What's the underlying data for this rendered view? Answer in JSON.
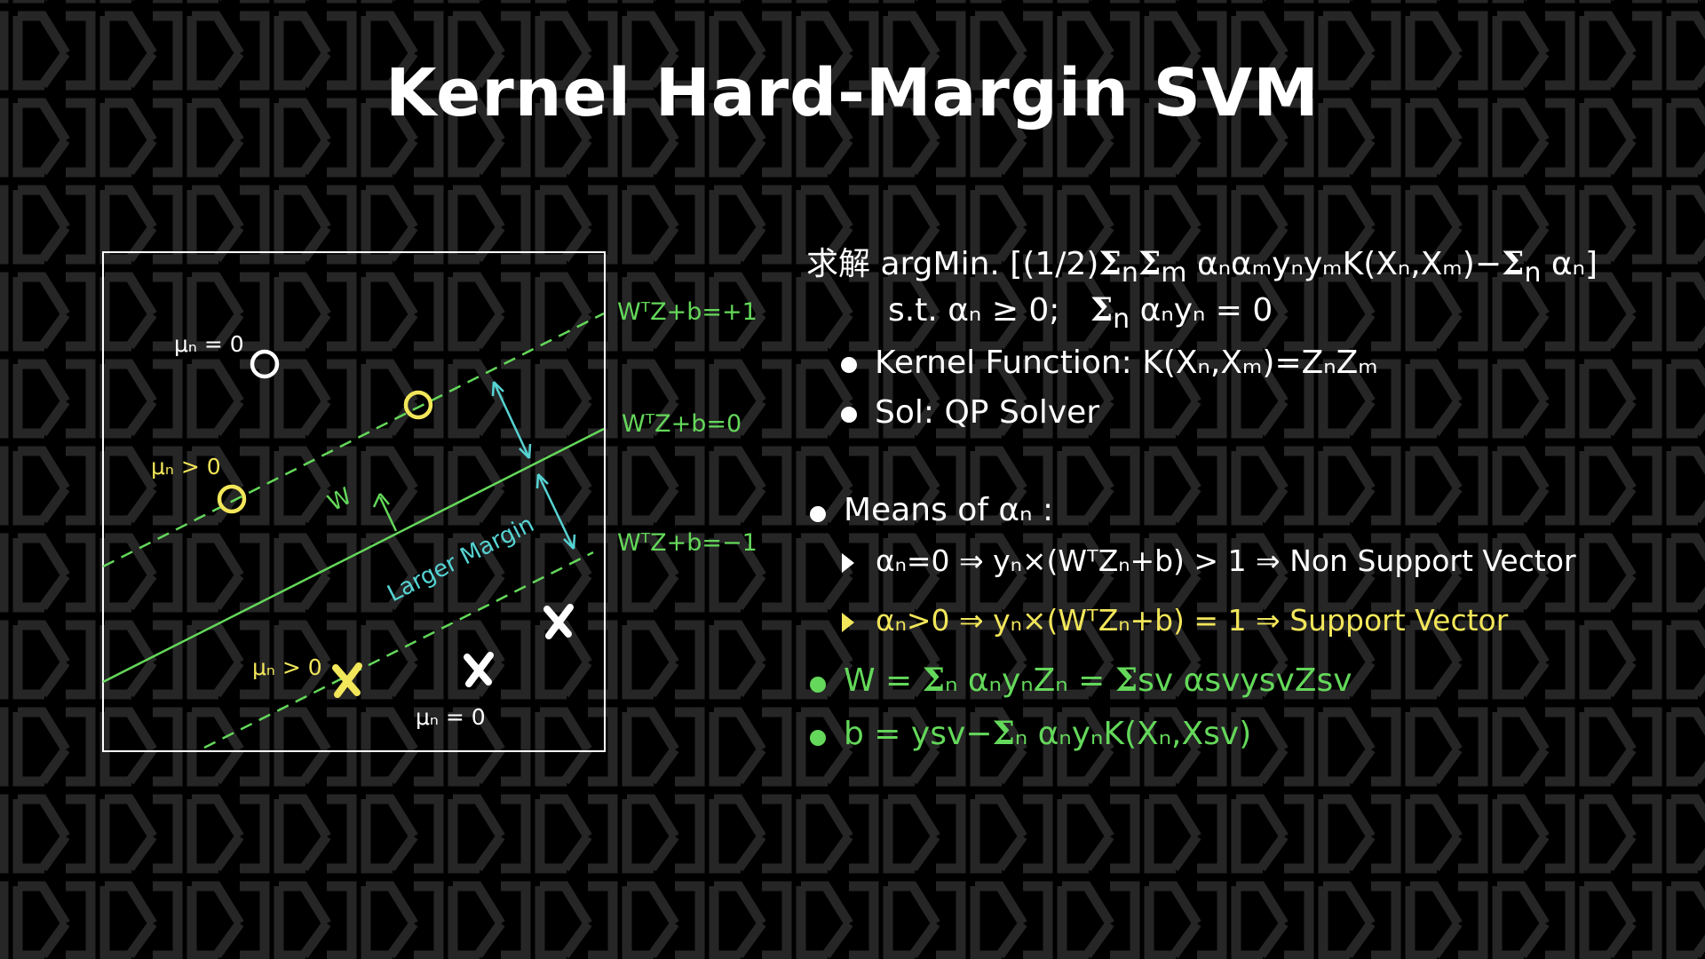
{
  "slide": {
    "title": "Kernel Hard-Margin SVM",
    "colors": {
      "background": "#000000",
      "pattern": "#2a2a2a",
      "white": "#ffffff",
      "yellow": "#f2e65a",
      "green": "#64d85a",
      "cyan": "#56d3d3"
    }
  },
  "diagram": {
    "lines": {
      "plus": "WᵀZ+b=+1",
      "zero": "WᵀZ+b=0",
      "minus": "WᵀZ+b=−1"
    },
    "w_label": "W",
    "margin_label": "Larger Margin",
    "points": {
      "circle_white": "μₙ = 0",
      "circle_yellow": "μₙ > 0",
      "cross_yellow": "μₙ > 0",
      "cross_white": "μₙ = 0"
    }
  },
  "formula": {
    "objective_prefix": "求解 argMin. [(1/2)",
    "objective_sym1": "Σ",
    "objective_sub1": "n",
    "objective_sym2": "Σ",
    "objective_sub2": "m",
    "objective_mid": " αₙαₘyₙyₘK(Xₙ,Xₘ)−",
    "objective_sym3": "Σ",
    "objective_sub3": "n",
    "objective_end": " αₙ]",
    "constraint_a": "s.t. αₙ ≥ 0;",
    "constraint_sym": "Σ",
    "constraint_sub": "n",
    "constraint_b": " αₙyₙ = 0"
  },
  "bullets": {
    "kernel": "Kernel Function: K(Xₙ,Xₘ)=ZₙZₘ",
    "sol": "Sol: QP Solver",
    "means": "Means of αₙ :",
    "non_sv": "αₙ=0 ⇒ yₙ×(WᵀZₙ+b) > 1 ⇒ Non Support Vector",
    "sv": "αₙ>0 ⇒ yₙ×(WᵀZₙ+b) = 1 ⇒ Support Vector",
    "w_sym1": "Σ",
    "w_a": "W = ",
    "w_b": "ₙ αₙyₙZₙ = ",
    "w_sym2": "Σ",
    "w_c": "sv αsvysvZsv",
    "b_a": "b = ysv−",
    "b_sym": "Σ",
    "b_b": "ₙ αₙyₙK(Xₙ,Xsv)"
  }
}
